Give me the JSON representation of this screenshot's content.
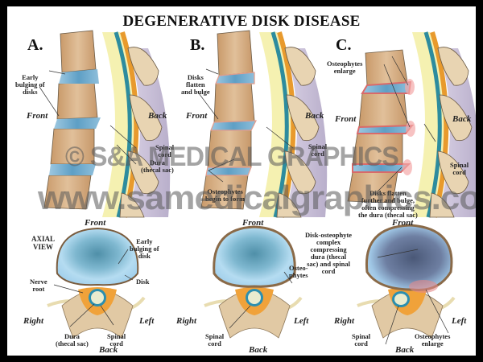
{
  "title": "DEGENERATIVE DISK DISEASE",
  "panels": [
    {
      "letter": "A.",
      "labels": {
        "disk": "Early\nbulging of\ndisks",
        "front": "Front",
        "back": "Back",
        "spinal_cord": "Spinal\ncord",
        "dura": "Dura\n(thecal sac)"
      }
    },
    {
      "letter": "B.",
      "labels": {
        "disk": "Disks\nflatten\nand bulge",
        "front": "Front",
        "back": "Back",
        "spinal_cord": "Spinal\ncord",
        "osteophytes": "Osteophytes\nbegin to form"
      }
    },
    {
      "letter": "C.",
      "labels": {
        "osteophytes": "Osteophytes\nenlarge",
        "front": "Front",
        "back": "Back",
        "spinal_cord": "Spinal\ncord",
        "disk": "Disks flatten\nfurther and bulge,\noften compressing\nthe dura (thecal sac)"
      }
    }
  ],
  "axial": [
    {
      "heading": "AXIAL\nVIEW",
      "front": "Front",
      "back": "Back",
      "right": "Right",
      "left": "Left",
      "early_bulging": "Early\nbulging of\ndisk",
      "disk": "Disk",
      "nerve_root": "Nerve\nroot",
      "dura": "Dura\n(thecal sac)",
      "spinal_cord": "Spinal\ncord"
    },
    {
      "front": "Front",
      "back": "Back",
      "right": "Right",
      "left": "Left",
      "osteophytes": "Osteo-\nphytes",
      "spinal_cord": "Spinal\ncord"
    },
    {
      "front": "Front",
      "back": "Back",
      "right": "Right",
      "left": "Left",
      "complex": "Disk-osteophyte\ncomplex\ncompressing\ndura (thecal\nsac) and spinal\ncord",
      "spinal_cord": "Spinal\ncord",
      "osteophytes": "Osteophytes\nenlarge"
    }
  ],
  "watermark": {
    "line1": "© S&A MEDICAL GRAPHICS",
    "line2": "www.samedicalgraphics.com"
  },
  "colors": {
    "border": "#000000",
    "background": "#ffffff",
    "vertebra": "#d9b68c",
    "disk": "#7fb6d6",
    "canal": "#f3ef9f",
    "dura": "#2f8fa0",
    "ligament": "#e9a23a",
    "spinous": "#e6d2b0",
    "muscle": "#cfc6dc",
    "axial_disk": "#a9d3ee",
    "inflammation": "#e07a7a"
  }
}
